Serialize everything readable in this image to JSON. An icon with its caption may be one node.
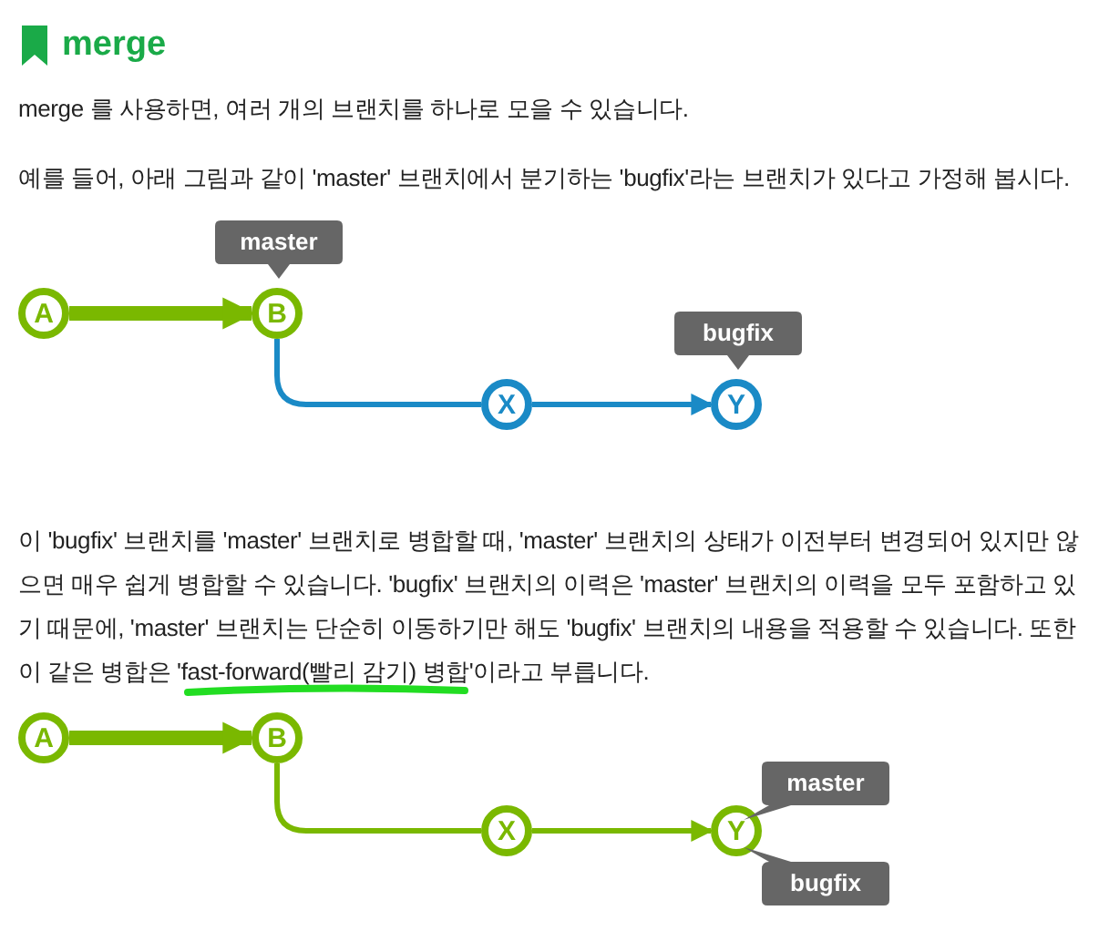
{
  "diagram": {
    "title": "merge",
    "nodes": [
      {
        "text": [
          "A"
        ]
      },
      {
        "text": [
          "B"
        ]
      },
      {
        "text": [
          "X"
        ]
      },
      {
        "text": [
          "Y"
        ]
      },
      {
        "text": [
          "master"
        ]
      },
      {
        "text": [
          "bugfix"
        ]
      },
      {
        "text": [
          "A"
        ]
      },
      {
        "text": [
          "B"
        ]
      },
      {
        "text": [
          "X"
        ]
      },
      {
        "text": [
          "Y"
        ]
      },
      {
        "text": [
          "master"
        ]
      },
      {
        "text": [
          "bugfix"
        ]
      }
    ],
    "edges": [
      {
        "from": 0,
        "to": 1,
        "arrow": "to",
        "style": "thick"
      },
      {
        "from": 1,
        "to": 2,
        "arrow": "none",
        "color": "#1a8ac6"
      },
      {
        "from": 2,
        "to": 3,
        "arrow": "to",
        "color": "#1a8ac6"
      },
      {
        "from": 6,
        "to": 7,
        "arrow": "to",
        "style": "thick"
      },
      {
        "from": 7,
        "to": 8,
        "arrow": "none"
      },
      {
        "from": 8,
        "to": 9,
        "arrow": "to"
      }
    ],
    "labels": [
      "merge 를 사용하면, 여러 개의 브랜치를 하나로 모을 수 있습니다.",
      "예를 들어, 아래 그림과 같이 'master' 브랜치에서 분기하는 'bugfix'라는 브랜치가 있다고 가정해 봅시다.",
      "이 'bugfix' 브랜치를 'master' 브랜치로 병합할 때, 'master' 브랜치의 상태가 이전부터 변경되어 있지만 않으면 매우 쉽게 병합할 수 있습니다. 'bugfix' 브랜치의 이력은 'master' 브랜치의 이력을 모두 포함하고 있기 때문에, 'master' 브랜치는 단순히 이동하기만 해도 'bugfix' 브랜치의 내용을 적용할 수 있습니다. 또한 이 같은 병합은 'fast-forward(빨리 감기) 병합'이라고 부릅니다."
    ]
  }
}
